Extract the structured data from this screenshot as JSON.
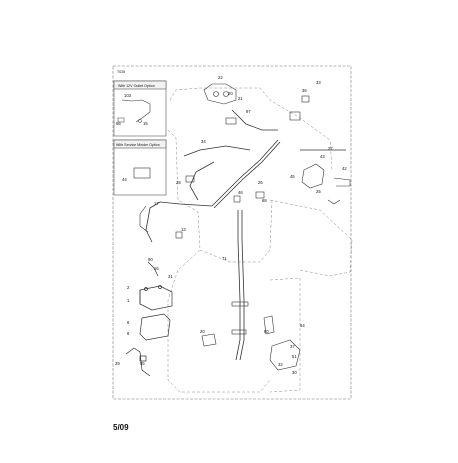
{
  "diagram": {
    "code": "T026",
    "insets": [
      {
        "title": "With 12V Outlet Option",
        "refs": [
          "103",
          "56",
          "15"
        ]
      },
      {
        "title": "With Service Minder Option",
        "refs": [
          "44"
        ]
      }
    ],
    "part_refs": [
      "22",
      "20",
      "21",
      "97",
      "33",
      "36",
      "34",
      "27",
      "43",
      "42",
      "45",
      "25",
      "28",
      "26",
      "17",
      "46",
      "68",
      "13",
      "71",
      "90",
      "16",
      "31",
      "1",
      "2",
      "6",
      "20",
      "8",
      "29",
      "55",
      "54",
      "32",
      "30",
      "80",
      "37",
      "51"
    ]
  },
  "footer": {
    "date": "5/09"
  }
}
